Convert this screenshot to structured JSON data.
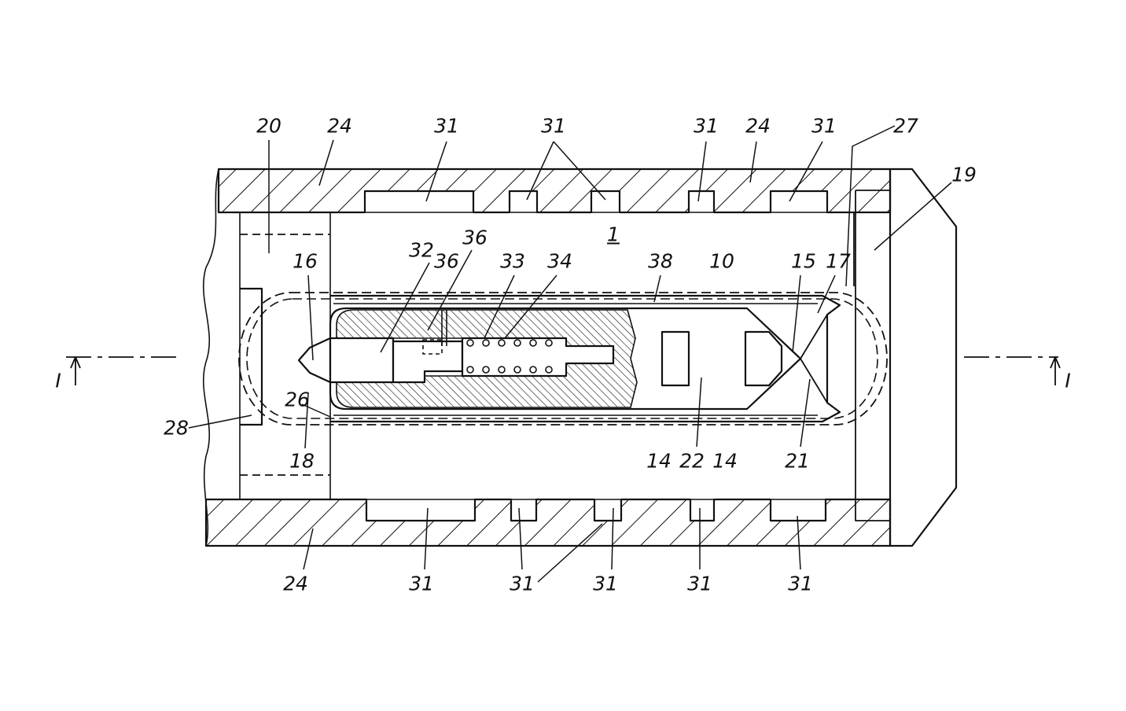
{
  "figure": {
    "labels": {
      "l20": "20",
      "l24a": "24",
      "l31a": "31",
      "l31b": "31",
      "l31c": "31",
      "l24b": "24",
      "l31d": "31",
      "l27": "27",
      "l19": "19",
      "l1": "1",
      "l32": "32",
      "l36a": "36",
      "l36b": "36",
      "l33": "33",
      "l34": "34",
      "l38": "38",
      "l10": "10",
      "l15": "15",
      "l17": "17",
      "l16": "16",
      "l26": "26",
      "l28": "28",
      "l18": "18",
      "l14a": "14",
      "l22": "22",
      "l14b": "14",
      "l21": "21",
      "l24c": "24",
      "l31e": "31",
      "l31f": "31",
      "l31g": "31",
      "l31h": "31",
      "l31i": "31",
      "sectionLeft": "I",
      "sectionRight": "I"
    }
  }
}
